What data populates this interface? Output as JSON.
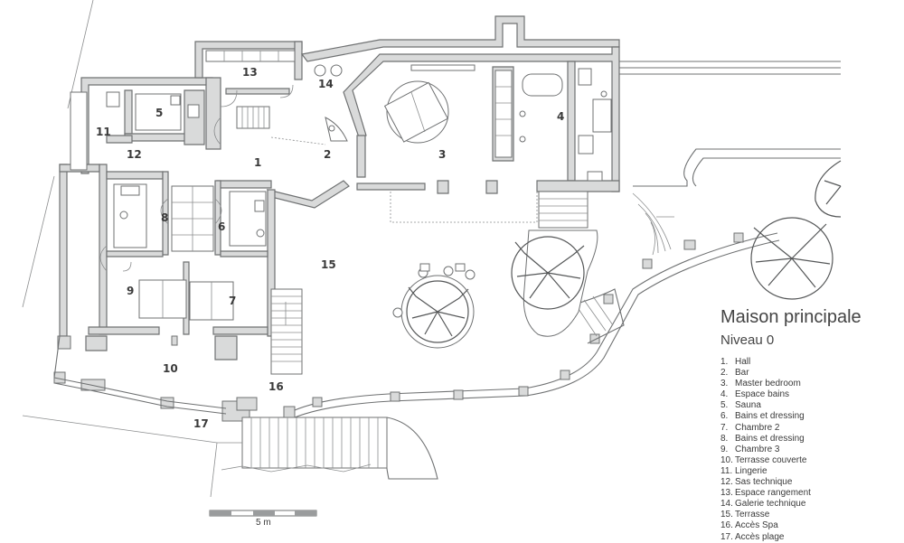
{
  "legend": {
    "title": "Maison principale",
    "subtitle": "Niveau 0",
    "items": [
      {
        "num": "1.",
        "label": "Hall"
      },
      {
        "num": "2.",
        "label": "Bar"
      },
      {
        "num": "3.",
        "label": "Master bedroom"
      },
      {
        "num": "4.",
        "label": "Espace bains"
      },
      {
        "num": "5.",
        "label": "Sauna"
      },
      {
        "num": "6.",
        "label": "Bains et dressing"
      },
      {
        "num": "7.",
        "label": "Chambre 2"
      },
      {
        "num": "8.",
        "label": "Bains et dressing"
      },
      {
        "num": "9.",
        "label": "Chambre 3"
      },
      {
        "num": "10.",
        "label": "Terrasse couverte"
      },
      {
        "num": "11.",
        "label": "Lingerie"
      },
      {
        "num": "12.",
        "label": "Sas technique"
      },
      {
        "num": "13.",
        "label": "Espace rangement"
      },
      {
        "num": "14.",
        "label": "Galerie technique"
      },
      {
        "num": "15.",
        "label": "Terrasse"
      },
      {
        "num": "16.",
        "label": "Accès Spa"
      },
      {
        "num": "17.",
        "label": "Accès plage"
      }
    ]
  },
  "rooms": [
    "1",
    "2",
    "3",
    "4",
    "5",
    "6",
    "7",
    "8",
    "9",
    "10",
    "11",
    "12",
    "13",
    "14",
    "15",
    "16",
    "17"
  ],
  "scale": {
    "label": "5 m"
  },
  "colors": {
    "wall_fill": "#d9dada",
    "wall_stroke": "#6f7172",
    "text": "#3a3a3a"
  }
}
